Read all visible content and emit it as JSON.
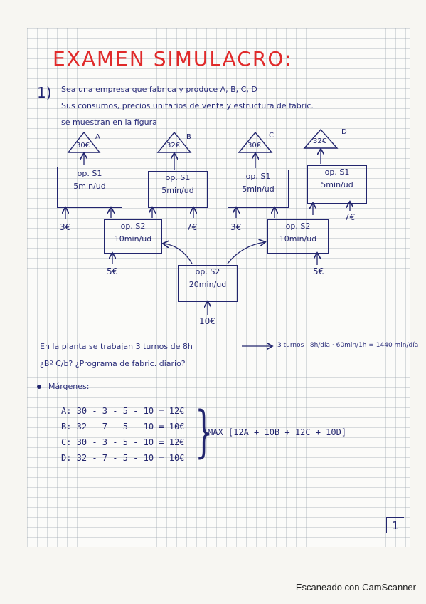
{
  "title": "EXAMEN SIMULACRO:",
  "question_number": "1)",
  "statement_lines": [
    "Sea una empresa que fabrica y produce A, B, C, D",
    "Sus consumos, precios unitarios de venta y estructura de fabric.",
    "se muestran en la figura"
  ],
  "products": [
    {
      "label": "A",
      "price": "30€"
    },
    {
      "label": "B",
      "price": "32€"
    },
    {
      "label": "C",
      "price": "30€"
    },
    {
      "label": "D",
      "price": "32€"
    }
  ],
  "op_s1_boxes": [
    {
      "name": "op. S1",
      "time": "5min/ud"
    },
    {
      "name": "op. S1",
      "time": "5min/ud"
    },
    {
      "name": "op. S1",
      "time": "5min/ud"
    },
    {
      "name": "op. S1",
      "time": "5min/ud"
    }
  ],
  "op_s2_left": {
    "name": "op. S2",
    "time": "10min/ud"
  },
  "op_s2_right": {
    "name": "op. S2",
    "time": "10min/ud"
  },
  "op_s3": {
    "name": "op. S2",
    "time": "20min/ud"
  },
  "raw_costs": {
    "a_left": "3€",
    "b_right": "7€",
    "c_left": "3€",
    "d_right": "7€",
    "s2_left": "5€",
    "s2_right": "5€",
    "s3": "10€"
  },
  "shift_text": "En la planta se trabajan 3 turnos de 8h",
  "shift_calc": "3 turnos · 8h/día · 60min/1h = 1440 min/día",
  "question_text": "¿Bº C/b? ¿Programa de fabric. diario?",
  "margins_heading": "Márgenes:",
  "margins": [
    "A: 30 - 3 - 5 - 10 = 12€",
    "B: 32 - 7 - 5 - 10 = 10€",
    "C: 30 - 3 - 5 - 10 = 12€",
    "D: 32 - 7 - 5 - 10 = 10€"
  ],
  "objective": "MAX [12A + 10B + 12C + 10D]",
  "page_number": "1",
  "footer": "Escaneado con CamScanner",
  "colors": {
    "title": "#e02a2a",
    "ink": "#23266e",
    "grid": "#9aa0aa"
  }
}
